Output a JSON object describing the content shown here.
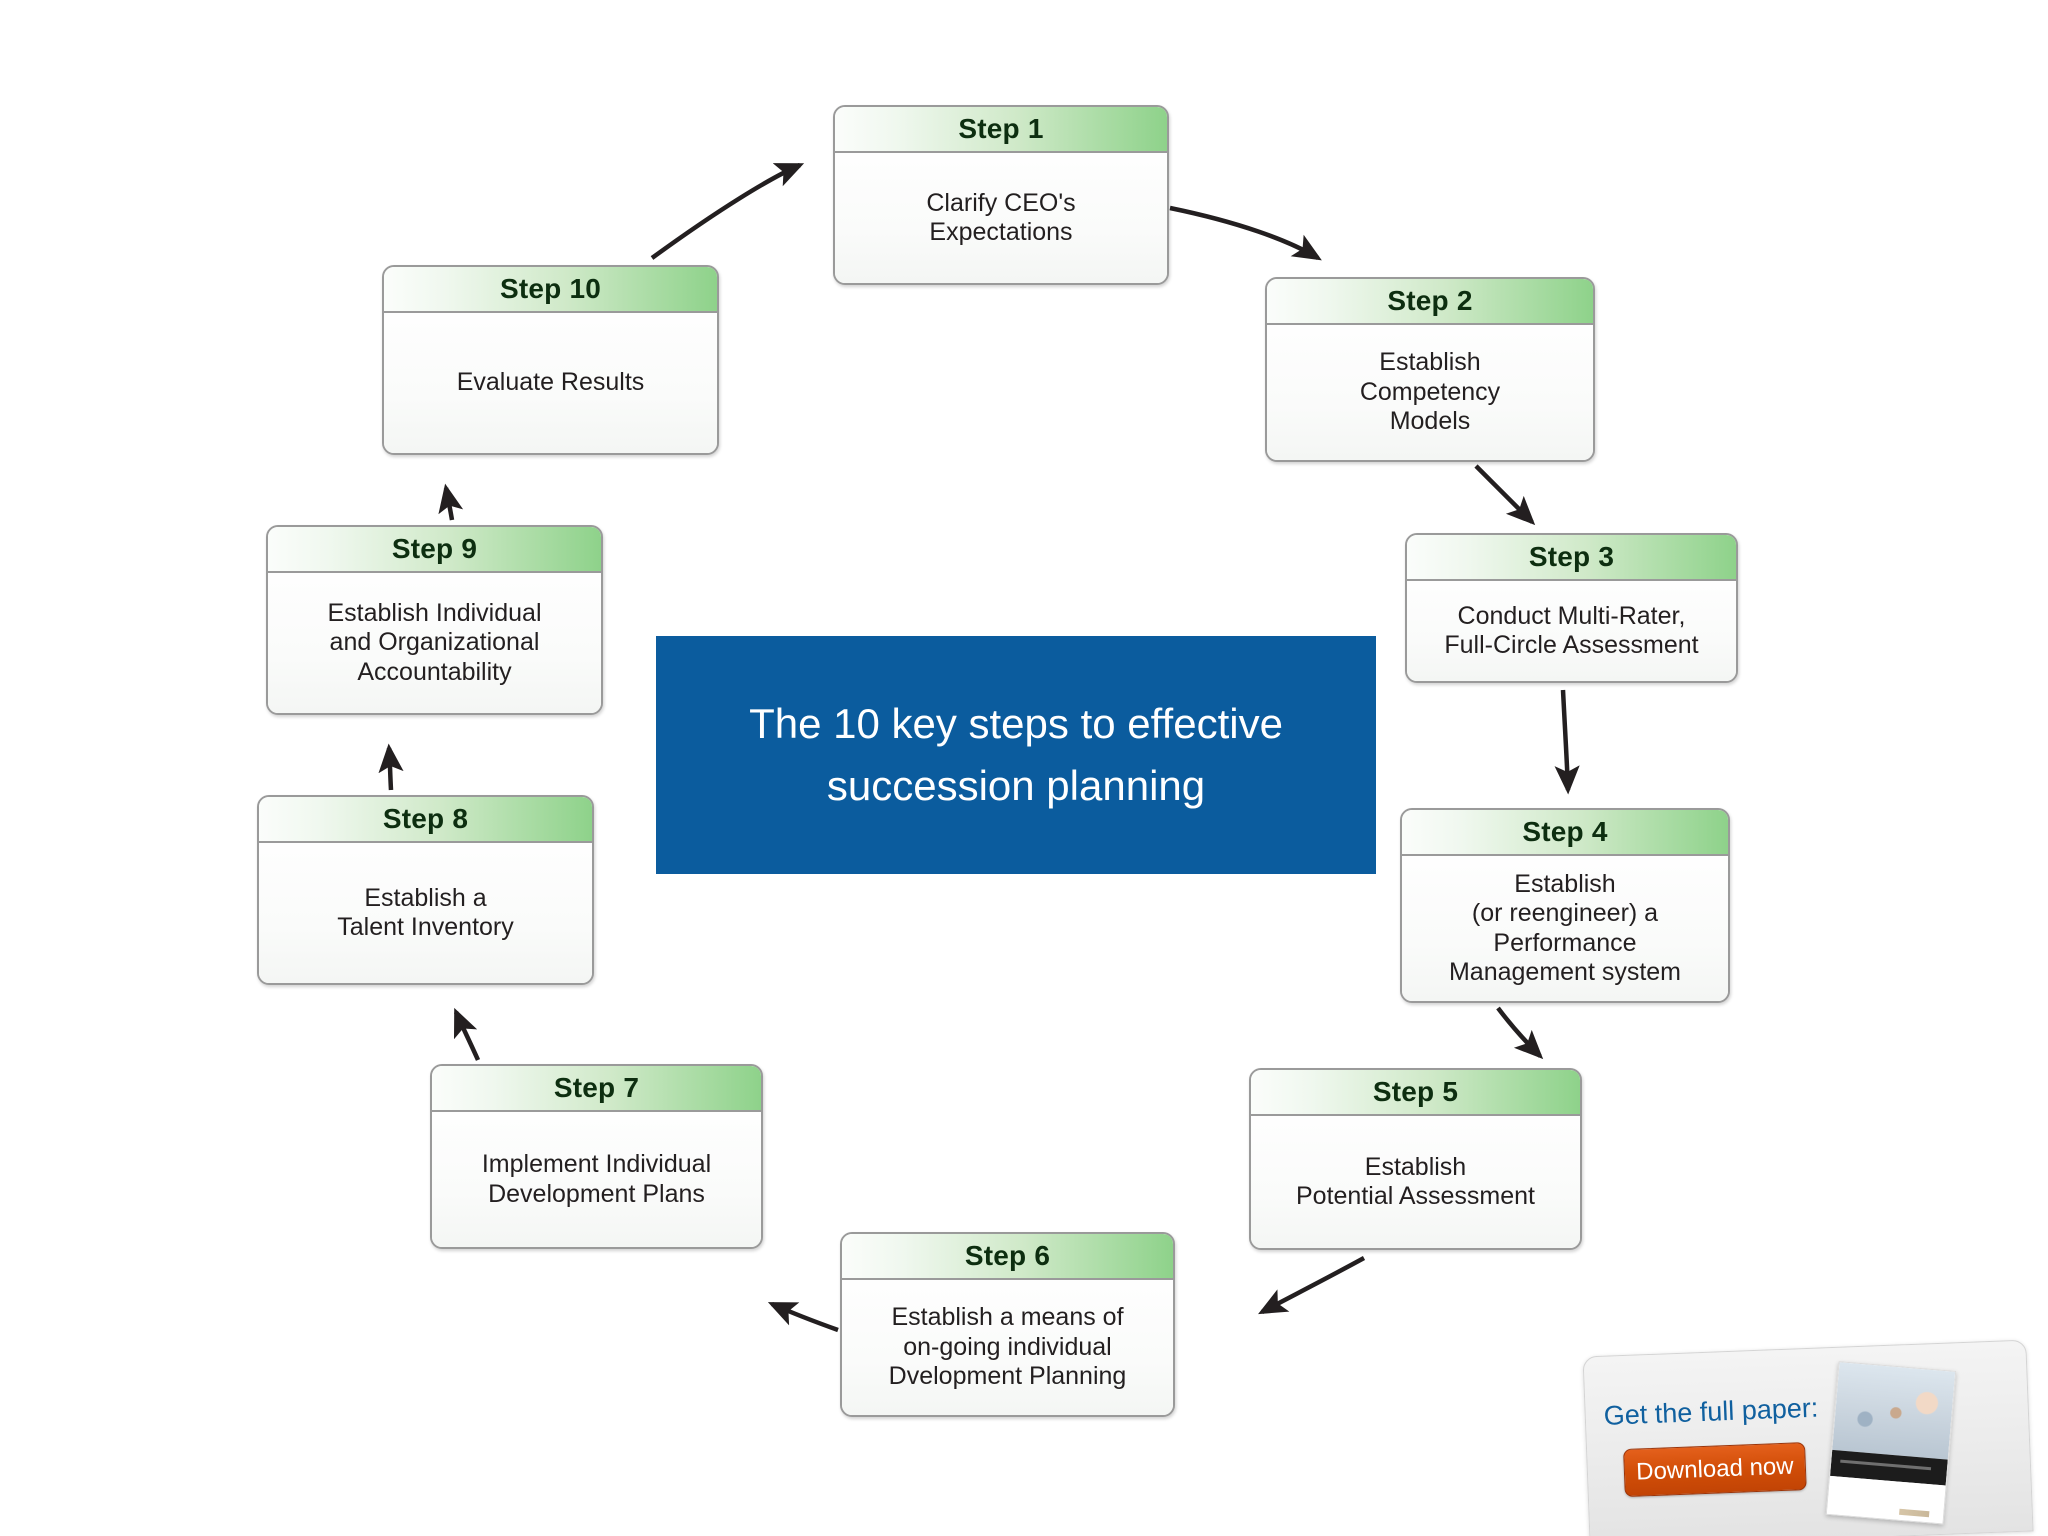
{
  "diagram": {
    "title": "The 10 key steps to effective succession planning",
    "center_callout": {
      "text": "The 10 key steps to effective succession planning",
      "background_color": "#0b5c9e",
      "text_color": "#ffffff"
    },
    "header_accent_color": "#8ed28a",
    "header_text_color": "#0d2e10",
    "box_border_color": "#9a9a9a",
    "arrow_color": "#231f20",
    "steps": [
      {
        "number": 1,
        "header": "Step 1",
        "body": "Clarify CEO's\nExpectations"
      },
      {
        "number": 2,
        "header": "Step 2",
        "body": "Establish\nCompetency\nModels"
      },
      {
        "number": 3,
        "header": "Step 3",
        "body": "Conduct Multi-Rater,\nFull-Circle Assessment"
      },
      {
        "number": 4,
        "header": "Step 4",
        "body": "Establish\n(or reengineer) a\nPerformance\nManagement system"
      },
      {
        "number": 5,
        "header": "Step 5",
        "body": "Establish\nPotential Assessment"
      },
      {
        "number": 6,
        "header": "Step 6",
        "body": "Establish a means of\non-going individual\nDvelopment Planning"
      },
      {
        "number": 7,
        "header": "Step 7",
        "body": "Implement Individual\nDevelopment Plans"
      },
      {
        "number": 8,
        "header": "Step 8",
        "body": "Establish a\nTalent Inventory"
      },
      {
        "number": 9,
        "header": "Step 9",
        "body": "Establish Individual\nand Organizational\nAccountability"
      },
      {
        "number": 10,
        "header": "Step 10",
        "body": "Evaluate Results"
      }
    ]
  },
  "promo": {
    "label": "Get the full paper:",
    "download_label": "Download now",
    "label_color": "#10609f",
    "button_color": "#d24e08"
  }
}
